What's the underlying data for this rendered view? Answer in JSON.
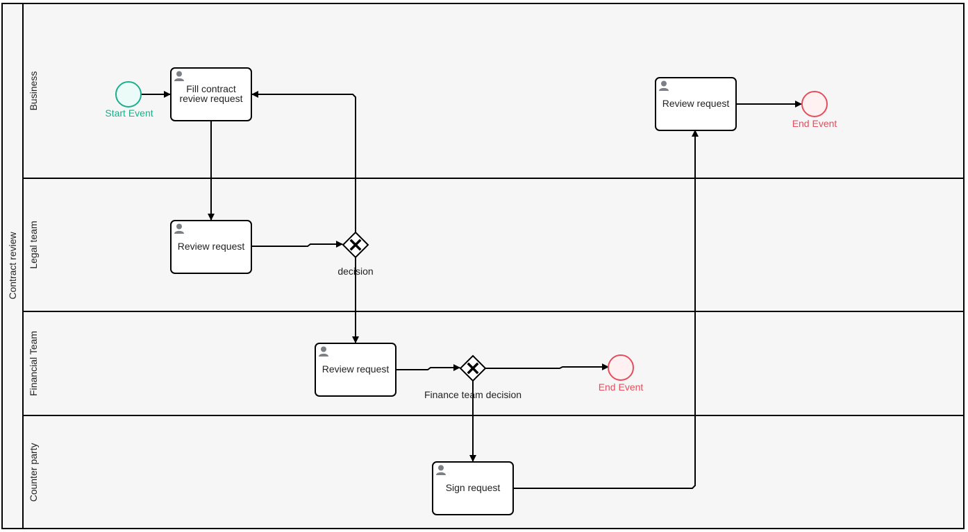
{
  "diagram": {
    "pool": {
      "name": "Contract review"
    },
    "lanes": [
      {
        "id": "business",
        "name": "Business"
      },
      {
        "id": "legal",
        "name": "Legal team"
      },
      {
        "id": "finance",
        "name": "Financial Team"
      },
      {
        "id": "counter",
        "name": "Counter party"
      }
    ],
    "start_event": {
      "label": "Start Event",
      "color": "#1aaf8b",
      "fill": "#eafbf8"
    },
    "end_events": [
      {
        "id": "end-business",
        "label": "End Event"
      },
      {
        "id": "end-finance",
        "label": "End Event"
      }
    ],
    "end_event_style": {
      "color": "#e54d5c",
      "fill": "#fff0f1"
    },
    "tasks": [
      {
        "id": "fill-contract",
        "lines": [
          "Fill contract",
          "review request"
        ],
        "icon": "user-icon"
      },
      {
        "id": "legal-review",
        "lines": [
          "Review request"
        ],
        "icon": "user-icon"
      },
      {
        "id": "finance-review",
        "lines": [
          "Review request"
        ],
        "icon": "user-icon"
      },
      {
        "id": "sign",
        "lines": [
          "Sign request"
        ],
        "icon": "user-icon"
      },
      {
        "id": "business-review",
        "lines": [
          "Review request"
        ],
        "icon": "user-icon"
      }
    ],
    "gateways": [
      {
        "id": "decision",
        "label": "decision",
        "type": "exclusive"
      },
      {
        "id": "finance-decision",
        "label": "Finance team decision",
        "type": "exclusive"
      }
    ]
  }
}
